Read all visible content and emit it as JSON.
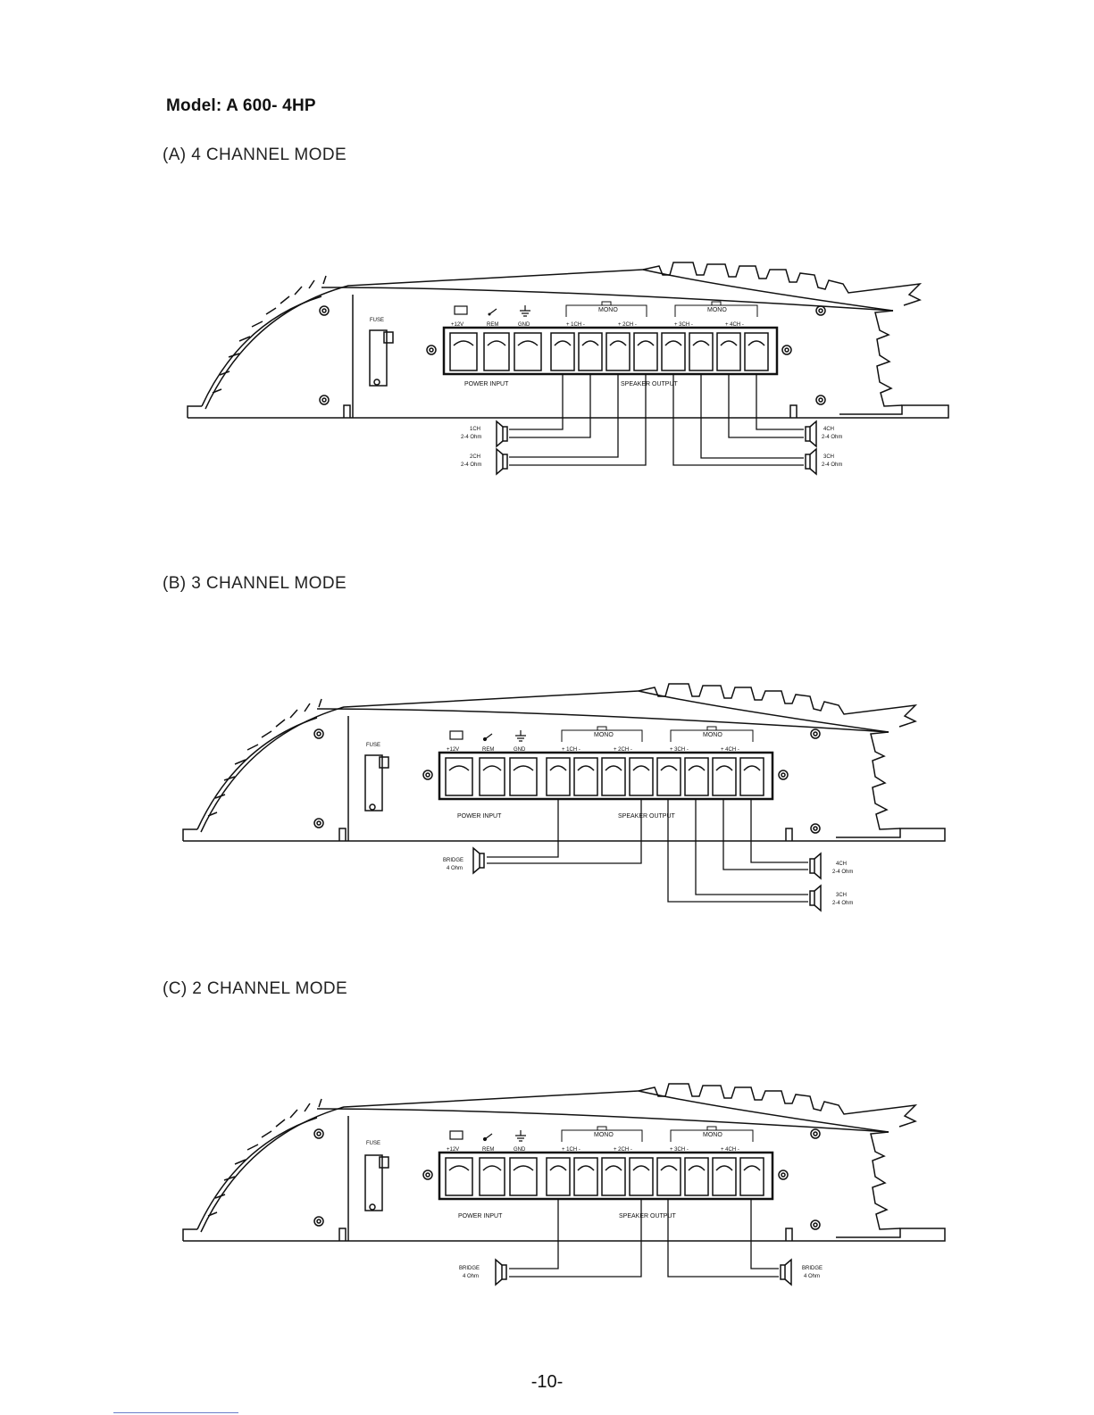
{
  "model_title": "Model: A 600- 4HP",
  "page_number": "-10-",
  "common_labels": {
    "fuse": "FUSE",
    "power_input": "POWER INPUT",
    "speaker_output": "SPEAKER OUTPUT",
    "mono": "MONO",
    "p12v": "+12V",
    "rem": "REM",
    "gnd": "GND",
    "ch1": "+ 1CH -",
    "ch2": "+ 2CH -",
    "ch3": "+ 3CH -",
    "ch4": "+ 4CH -"
  },
  "sections": [
    {
      "title": "(A) 4 CHANNEL MODE",
      "left_speakers": [
        {
          "name": "1CH",
          "impedance": "2-4 Ohm"
        },
        {
          "name": "2CH",
          "impedance": "2-4 Ohm"
        }
      ],
      "right_speakers": [
        {
          "name": "4CH",
          "impedance": "2-4 Ohm"
        },
        {
          "name": "3CH",
          "impedance": "2-4 Ohm"
        }
      ]
    },
    {
      "title": "(B) 3 CHANNEL MODE",
      "left_speakers": [
        {
          "name": "BRIDGE",
          "impedance": "4 Ohm"
        }
      ],
      "right_speakers": [
        {
          "name": "4CH",
          "impedance": "2-4 Ohm"
        },
        {
          "name": "3CH",
          "impedance": "2-4 Ohm"
        }
      ]
    },
    {
      "title": "(C) 2 CHANNEL MODE",
      "left_speakers": [
        {
          "name": "BRIDGE",
          "impedance": "4 Ohm"
        }
      ],
      "right_speakers": [
        {
          "name": "BRIDGE",
          "impedance": "4 Ohm"
        }
      ]
    }
  ]
}
